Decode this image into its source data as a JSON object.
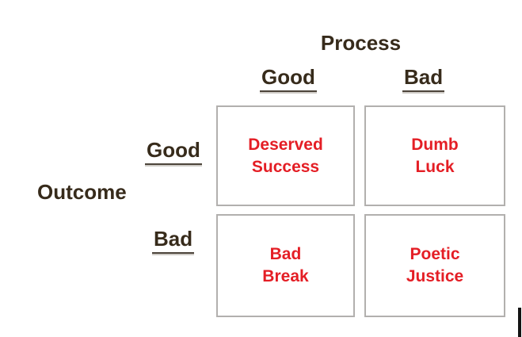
{
  "matrix": {
    "column_axis": {
      "title": "Process",
      "good_label": "Good",
      "bad_label": "Bad"
    },
    "row_axis": {
      "title": "Outcome",
      "good_label": "Good",
      "bad_label": "Bad"
    },
    "quadrants": {
      "good_process_good_outcome": "Deserved\nSuccess",
      "bad_process_good_outcome": "Dumb\nLuck",
      "good_process_bad_outcome": "Bad\nBreak",
      "bad_process_bad_outcome": "Poetic\nJustice"
    }
  },
  "colors": {
    "axis_text": "#372b1b",
    "quadrant_text": "#e41e25",
    "box_border": "#b2b0ae",
    "background": "#ffffff"
  }
}
